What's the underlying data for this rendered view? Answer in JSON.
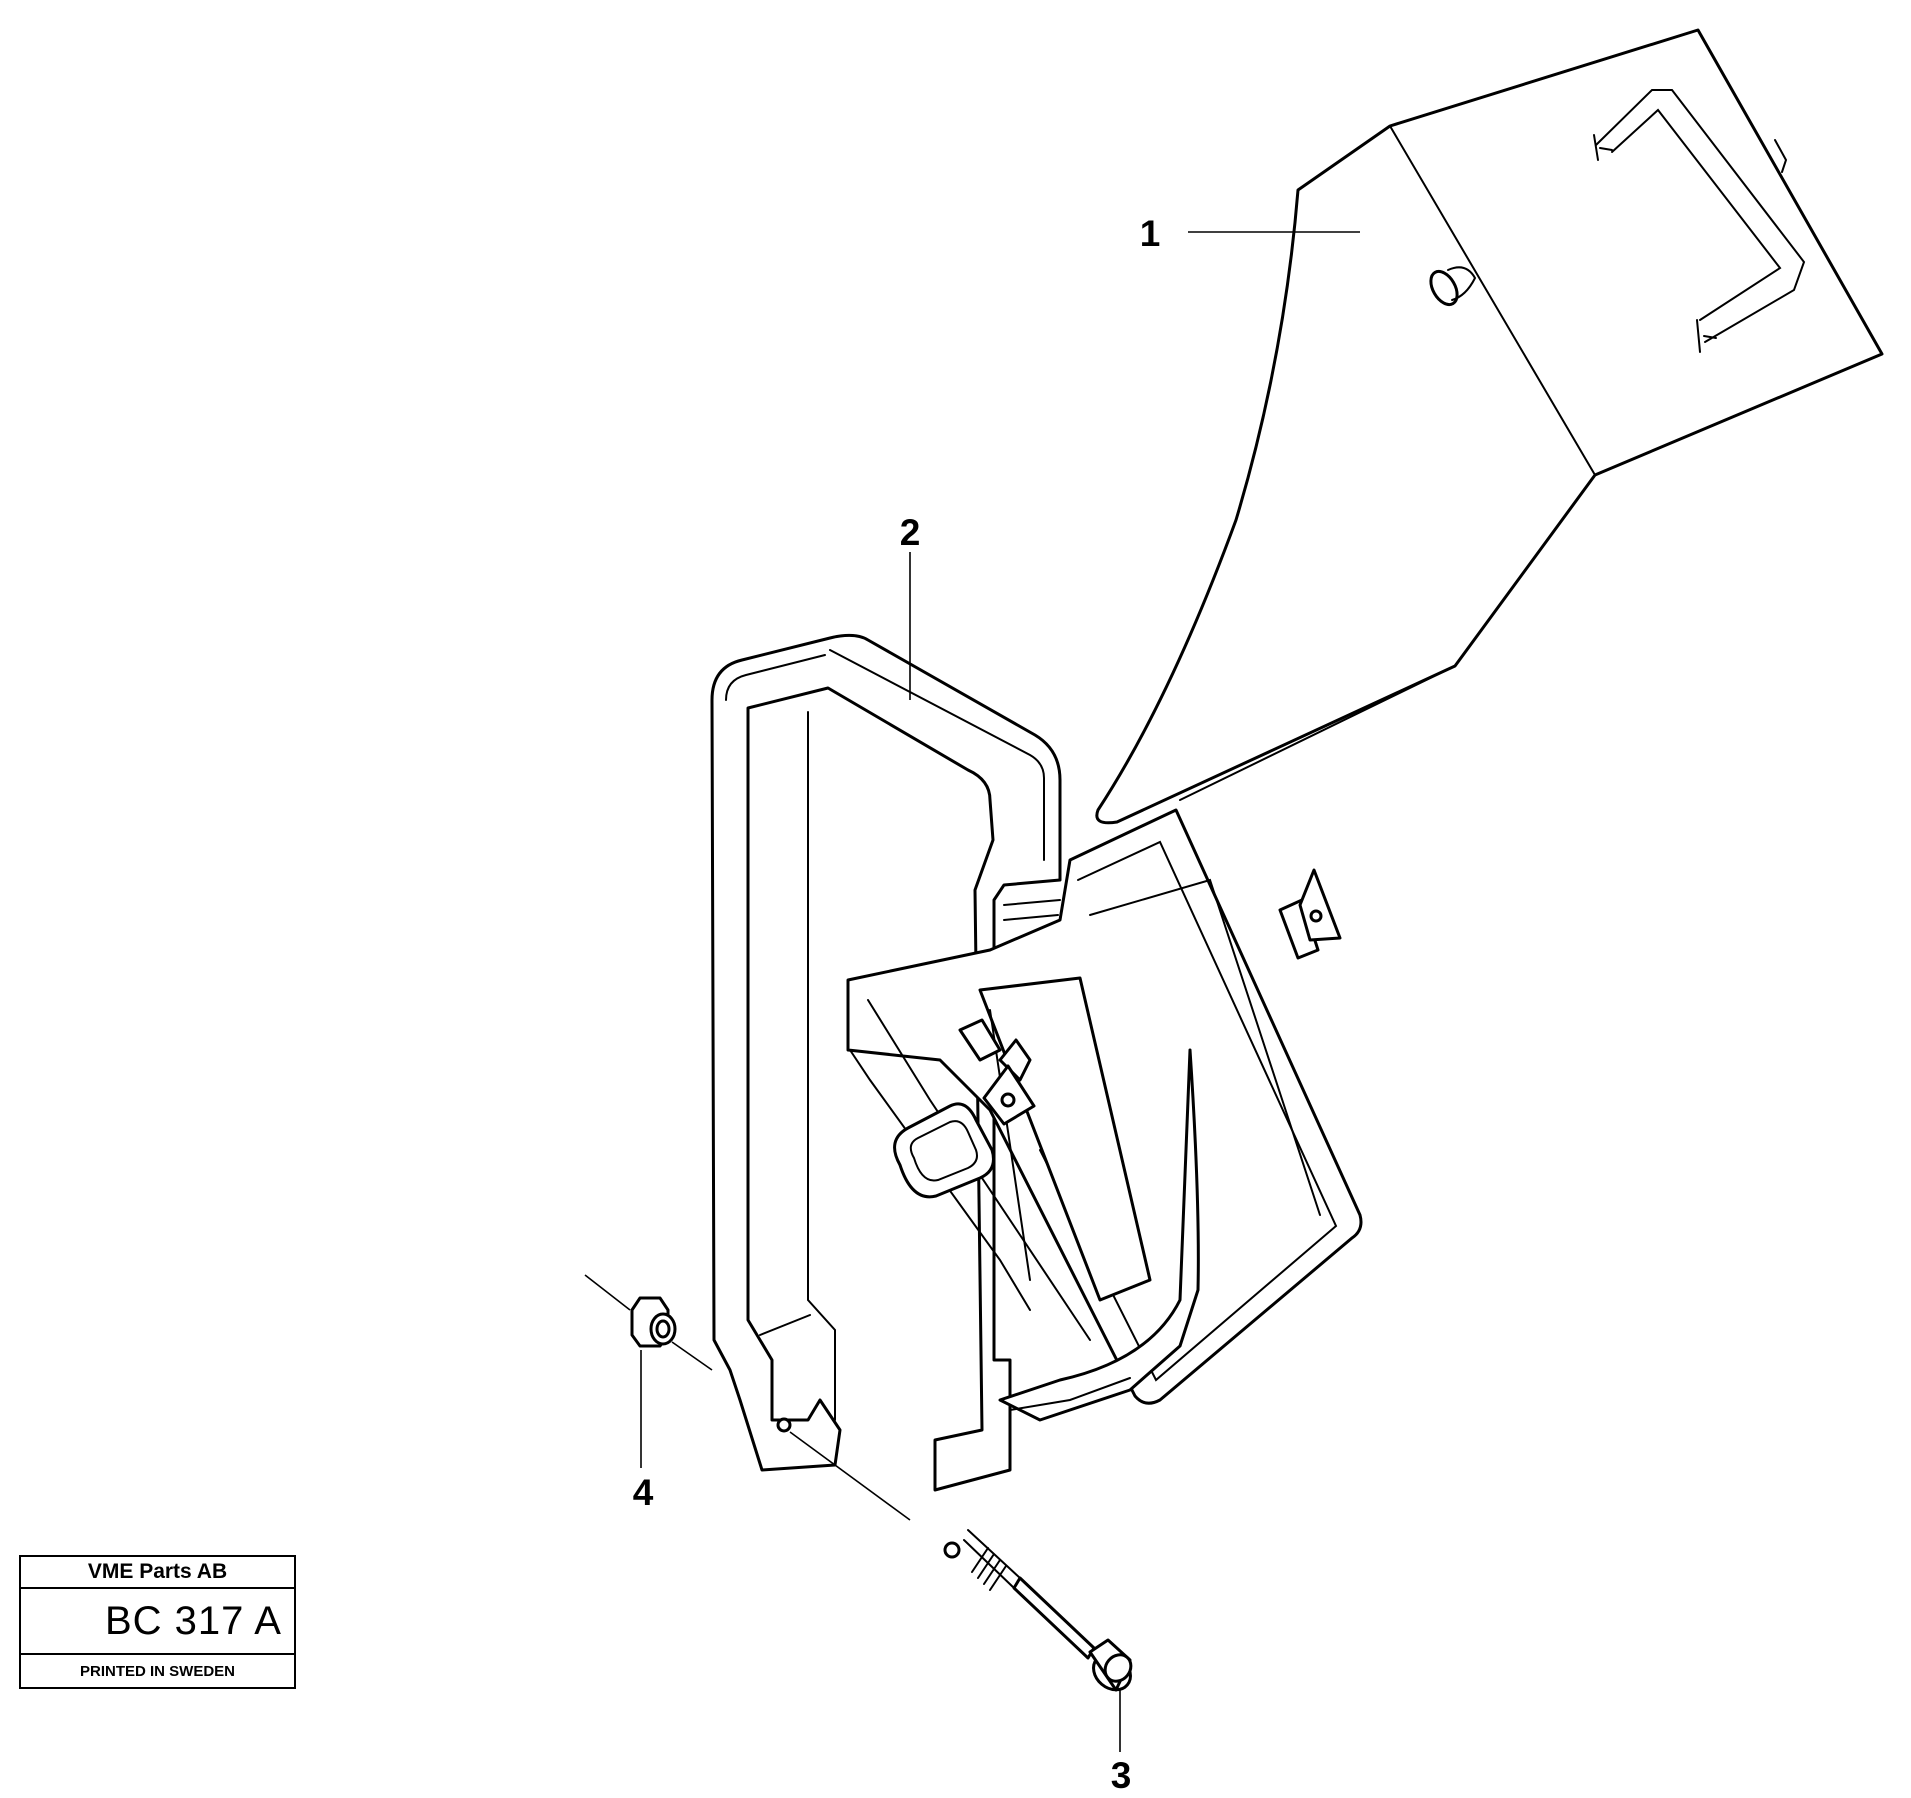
{
  "callouts": [
    {
      "id": "1",
      "label": "1",
      "part": "bucket-cover"
    },
    {
      "id": "2",
      "label": "2",
      "part": "strap-bracket"
    },
    {
      "id": "3",
      "label": "3",
      "part": "bolt"
    },
    {
      "id": "4",
      "label": "4",
      "part": "nut"
    }
  ],
  "stamp": {
    "company": "VME Parts AB",
    "code": "BC 317 A",
    "printed": "PRINTED IN SWEDEN"
  }
}
